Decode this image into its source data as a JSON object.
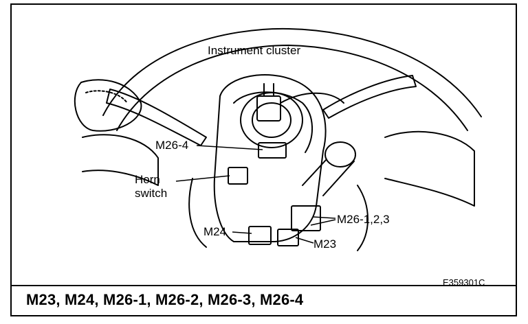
{
  "labels": {
    "instrument_cluster": "Instrument cluster",
    "m26_4": "M26-4",
    "horn_switch_line1": "Horn",
    "horn_switch_line2": "switch",
    "m24": "M24",
    "m26_123": "M26-1,2,3",
    "m23": "M23"
  },
  "figure_code": "E359301C",
  "caption": "M23, M24, M26-1, M26-2, M26-3, M26-4"
}
